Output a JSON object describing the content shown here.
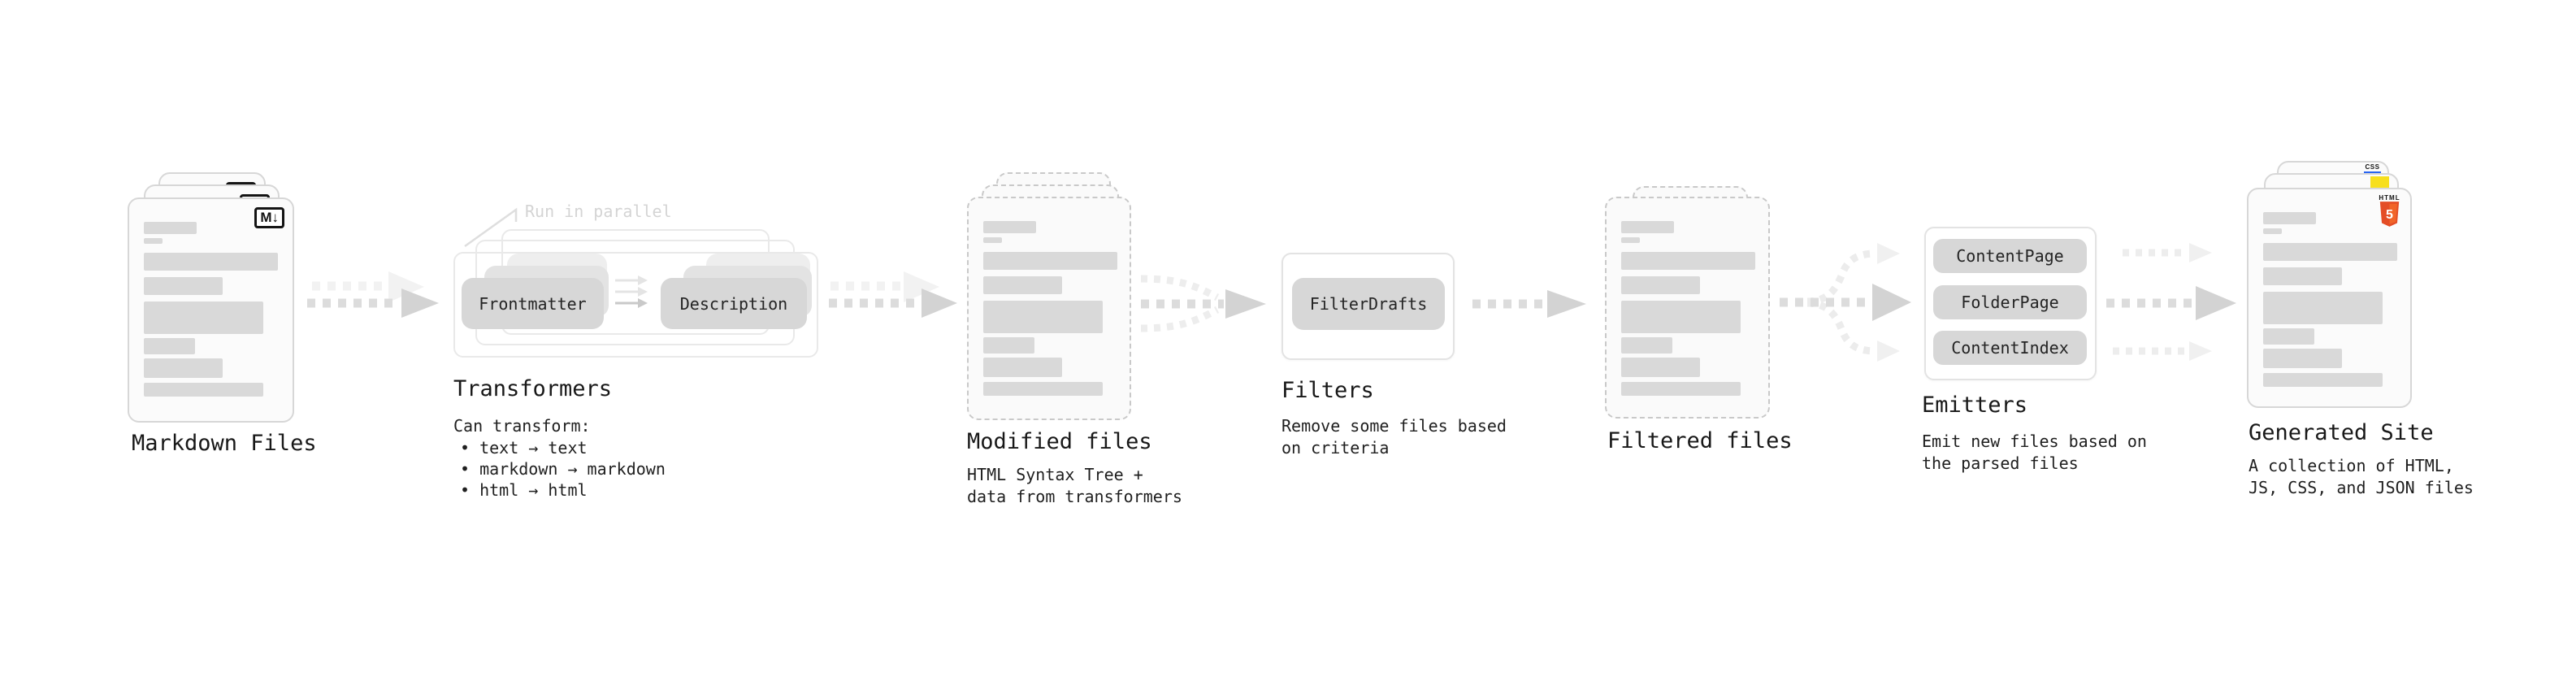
{
  "pipeline": {
    "markdown": {
      "label": "Markdown Files",
      "badge": "M↓"
    },
    "transformers": {
      "heading": "Transformers",
      "note": "Run in parallel",
      "pill_a": "Frontmatter",
      "pill_b": "Description",
      "caption": "Can transform:",
      "bullet1": "• text → text",
      "bullet2": "• markdown → markdown",
      "bullet3": "• html → html"
    },
    "modified": {
      "label": "Modified files",
      "caption1": "HTML Syntax Tree +",
      "caption2": "data from transformers"
    },
    "filters": {
      "heading": "Filters",
      "pill": "FilterDrafts",
      "caption1": "Remove some files based",
      "caption2": "on criteria"
    },
    "filtered": {
      "label": "Filtered files"
    },
    "emitters": {
      "heading": "Emitters",
      "pill1": "ContentPage",
      "pill2": "FolderPage",
      "pill3": "ContentIndex",
      "caption1": "Emit new files based on",
      "caption2": "the parsed files"
    },
    "generated": {
      "label": "Generated Site",
      "caption1": "A collection of HTML,",
      "caption2": "JS, CSS, and JSON files",
      "css_badge": "CSS",
      "html_badge_text": "HTML",
      "html_badge_number": "5"
    }
  },
  "colors": {
    "bar": "#d9d9d9",
    "pill": "#d7d7d7",
    "arrow": "#dcdcdc",
    "arrow_light": "#ededed",
    "note": "#d4d4d4",
    "html5_orange": "#e44d26",
    "html5_orange_light": "#f16529",
    "js_yellow": "#f7df1e",
    "css_blue": "#2965f1"
  }
}
